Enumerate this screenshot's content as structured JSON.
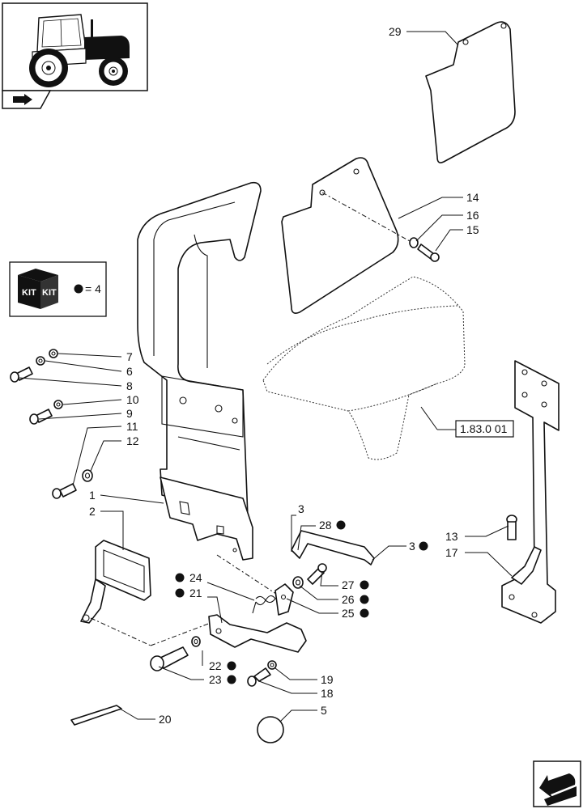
{
  "kit": {
    "box_text": "KIT",
    "qty_text": "= 4"
  },
  "reference": {
    "text": "1.83.0 01"
  },
  "callouts": [
    {
      "id": "29",
      "label": "29",
      "bullet": false
    },
    {
      "id": "14",
      "label": "14",
      "bullet": false
    },
    {
      "id": "16",
      "label": "16",
      "bullet": false
    },
    {
      "id": "15",
      "label": "15",
      "bullet": false
    },
    {
      "id": "7",
      "label": "7",
      "bullet": false
    },
    {
      "id": "6",
      "label": "6",
      "bullet": false
    },
    {
      "id": "8",
      "label": "8",
      "bullet": false
    },
    {
      "id": "10",
      "label": "10",
      "bullet": false
    },
    {
      "id": "9",
      "label": "9",
      "bullet": false
    },
    {
      "id": "11",
      "label": "11",
      "bullet": false
    },
    {
      "id": "12",
      "label": "12",
      "bullet": false
    },
    {
      "id": "1",
      "label": "1",
      "bullet": false
    },
    {
      "id": "2",
      "label": "2",
      "bullet": false
    },
    {
      "id": "3a",
      "label": "3",
      "bullet": false
    },
    {
      "id": "28",
      "label": "28",
      "bullet": true
    },
    {
      "id": "3b",
      "label": "3",
      "bullet": true
    },
    {
      "id": "13",
      "label": "13",
      "bullet": false
    },
    {
      "id": "17",
      "label": "17",
      "bullet": false
    },
    {
      "id": "24",
      "label": "24",
      "bullet": true
    },
    {
      "id": "21",
      "label": "21",
      "bullet": true
    },
    {
      "id": "27",
      "label": "27",
      "bullet": true
    },
    {
      "id": "26",
      "label": "26",
      "bullet": true
    },
    {
      "id": "25",
      "label": "25",
      "bullet": true
    },
    {
      "id": "22",
      "label": "22",
      "bullet": true
    },
    {
      "id": "23",
      "label": "23",
      "bullet": true
    },
    {
      "id": "19",
      "label": "19",
      "bullet": false
    },
    {
      "id": "18",
      "label": "18",
      "bullet": false
    },
    {
      "id": "5",
      "label": "5",
      "bullet": false
    },
    {
      "id": "20",
      "label": "20",
      "bullet": false
    }
  ]
}
